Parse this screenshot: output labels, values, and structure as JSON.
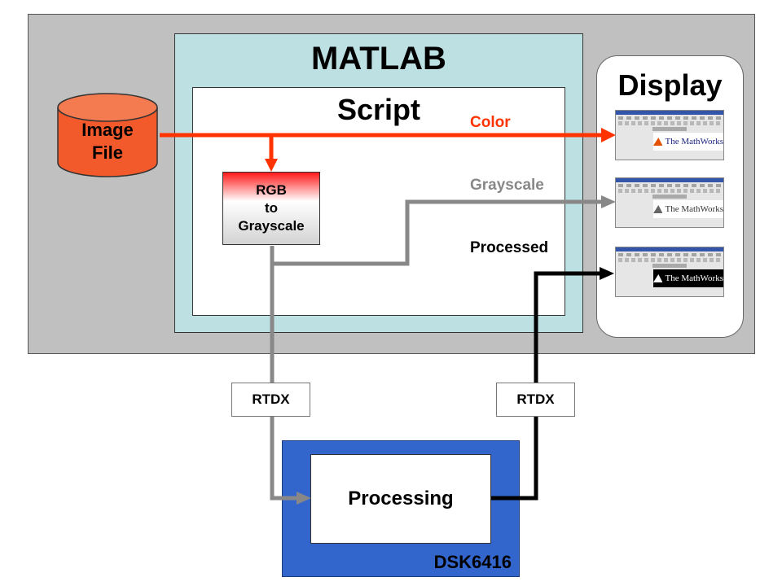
{
  "diagram": {
    "host_box": "",
    "matlab_title": "MATLAB",
    "script_title": "Script",
    "display_title": "Display",
    "image_file": {
      "line1": "Image",
      "line2": "File"
    },
    "rgb_block": "RGB\nto\nGrayscale",
    "rtdx_left": "RTDX",
    "rtdx_right": "RTDX",
    "processing": "Processing",
    "dsk_label": "DSK6416",
    "flows": {
      "color": {
        "label": "Color",
        "color": "#ff3300"
      },
      "grayscale": {
        "label": "Grayscale",
        "color": "#888888"
      },
      "processed": {
        "label": "Processed",
        "color": "#000000"
      }
    },
    "thumbnails": [
      {
        "logo": "The MathWorks"
      },
      {
        "logo": "The MathWorks"
      },
      {
        "logo": "The MathWorks"
      }
    ],
    "colors": {
      "host_bg": "#c0c0c0",
      "matlab_bg": "#bde0e3",
      "dsk_bg": "#3366cc",
      "image_file_fill": "#f25a2c"
    }
  }
}
